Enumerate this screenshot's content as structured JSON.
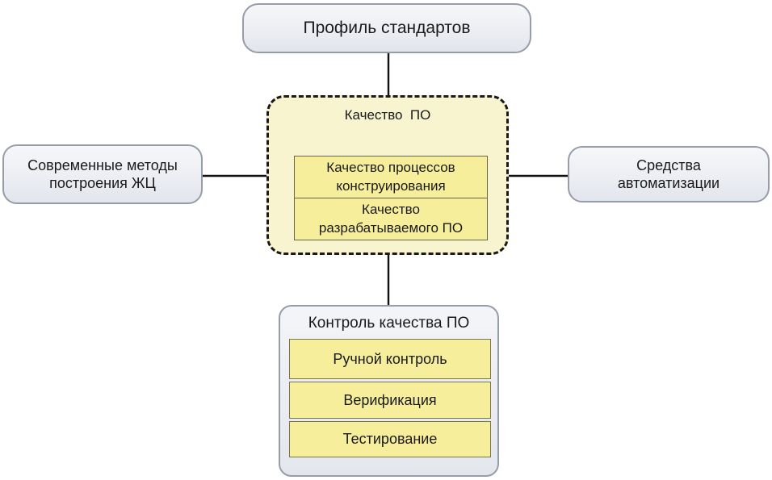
{
  "colors": {
    "node_fill": "#eceef3",
    "node_border": "#979da8",
    "group_dashed_fill": "#f8f4d0",
    "group_dashed_border": "#1a1a1a",
    "yellow_cell_fill": "#f7ee9b",
    "yellow_cell_border": "#76764f",
    "arrow": "#111111",
    "text": "#1a1a1a",
    "background": "#ffffff"
  },
  "nodes": {
    "profile": {
      "label": "Профиль стандартов"
    },
    "methods": {
      "line1": "Современные методы",
      "line2": "построения ЖЦ"
    },
    "automation": {
      "line1": "Средства",
      "line2": "автоматизации"
    },
    "quality_group": {
      "title": "Качество  ПО",
      "cells": [
        {
          "line1": "Качество процессов",
          "line2": "конструирования"
        },
        {
          "line1": "Качество",
          "line2": "разрабатываемого ПО"
        }
      ]
    },
    "control_group": {
      "title": "Контроль качества ПО",
      "items": [
        {
          "label": "Ручной контроль"
        },
        {
          "label": "Верификация"
        },
        {
          "label": "Тестирование"
        }
      ]
    }
  }
}
